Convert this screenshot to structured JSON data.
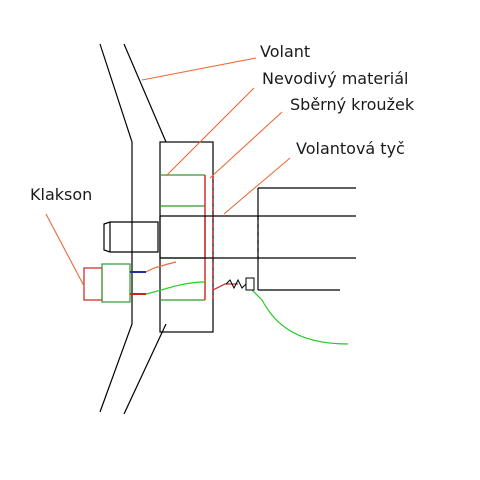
{
  "labels": {
    "volant": "Volant",
    "nevodivy": "Nevodivý materiál",
    "sberny": "Sběrný kroužek",
    "tyc": "Volantová tyč",
    "klakson": "Klakson"
  },
  "colors": {
    "structure": "#000000",
    "leader": "#e86c3a",
    "insulator": "#2e9b2e",
    "ring": "#cc2222",
    "wire_blue": "#1f2fa0",
    "wire_green": "#22cc22",
    "wire_red": "#cc2222"
  }
}
